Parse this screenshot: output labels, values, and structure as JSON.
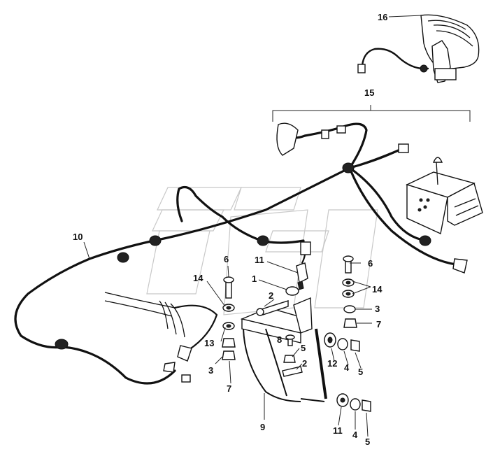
{
  "diagram": {
    "callouts": [
      {
        "id": "16",
        "label": "16"
      },
      {
        "id": "15",
        "label": "15"
      },
      {
        "id": "10",
        "label": "10"
      },
      {
        "id": "11a",
        "label": "11"
      },
      {
        "id": "6a",
        "label": "6"
      },
      {
        "id": "6b",
        "label": "6"
      },
      {
        "id": "1",
        "label": "1"
      },
      {
        "id": "14a",
        "label": "14"
      },
      {
        "id": "14b",
        "label": "14"
      },
      {
        "id": "2a",
        "label": "2"
      },
      {
        "id": "3a",
        "label": "3"
      },
      {
        "id": "7a",
        "label": "7"
      },
      {
        "id": "13",
        "label": "13"
      },
      {
        "id": "8",
        "label": "8"
      },
      {
        "id": "5a",
        "label": "5"
      },
      {
        "id": "12",
        "label": "12"
      },
      {
        "id": "4a",
        "label": "4"
      },
      {
        "id": "5b",
        "label": "5"
      },
      {
        "id": "2b",
        "label": "2"
      },
      {
        "id": "3b",
        "label": "3"
      },
      {
        "id": "7b",
        "label": "7"
      },
      {
        "id": "9",
        "label": "9"
      },
      {
        "id": "11b",
        "label": "11"
      },
      {
        "id": "4b",
        "label": "4"
      },
      {
        "id": "5c",
        "label": "5"
      }
    ],
    "colors": {
      "line": "#111111",
      "background": "#ffffff",
      "watermark": "#c8c8c8"
    }
  }
}
